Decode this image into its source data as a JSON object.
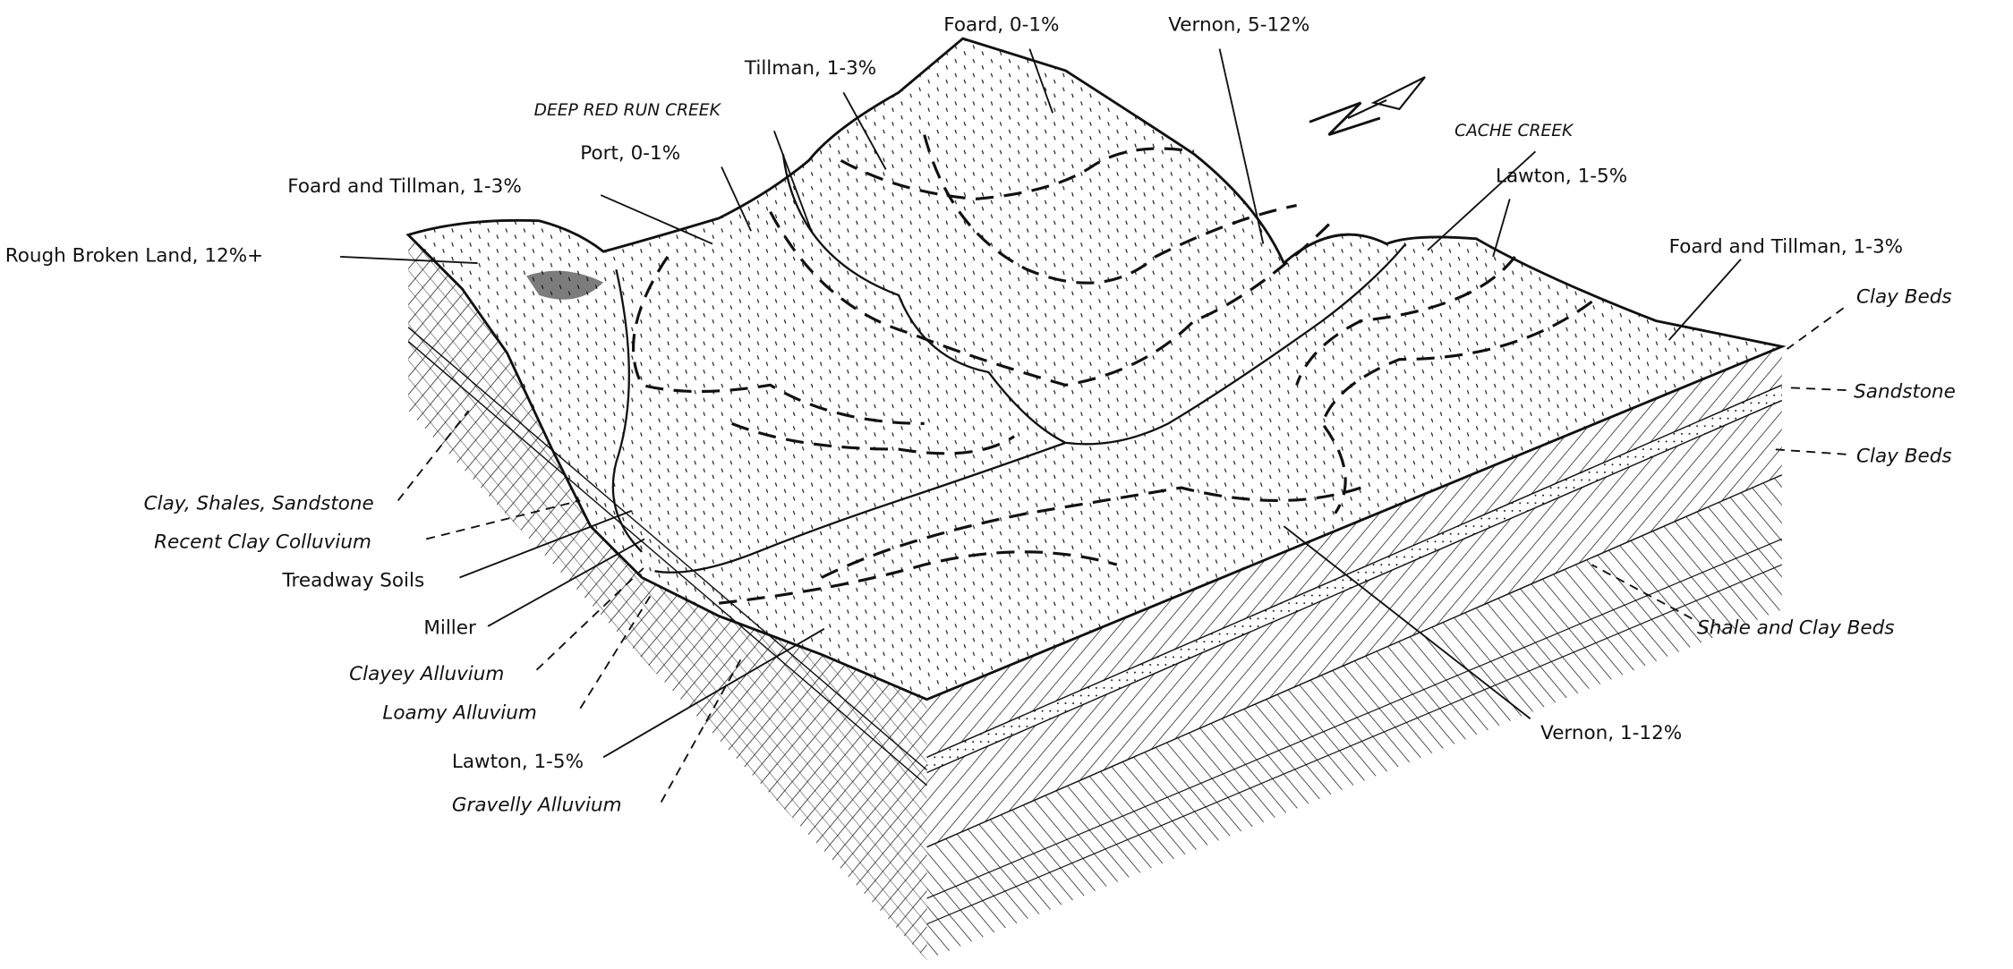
{
  "diagram": {
    "surface_labels": {
      "foard_0_1": "Foard, 0-1%",
      "vernon_5_12": "Vernon, 5-12%",
      "tillman_1_3": "Tillman, 1-3%",
      "deep_red_run_creek": "DEEP RED RUN CREEK",
      "port_0_1": "Port, 0-1%",
      "foard_tillman_left": "Foard and Tillman, 1-3%",
      "rough_broken_land": "Rough Broken Land, 12%+",
      "cache_creek": "CACHE CREEK",
      "lawton_top": "Lawton, 1-5%",
      "foard_tillman_right": "Foard and Tillman, 1-3%",
      "vernon_1_12": "Vernon, 1-12%",
      "treadway_soils": "Treadway Soils",
      "miller": "Miller",
      "lawton_bottom": "Lawton, 1-5%"
    },
    "geology_labels": {
      "clay_beds_upper": "Clay Beds",
      "sandstone": "Sandstone",
      "clay_beds_lower": "Clay Beds",
      "shale_and_clay_beds": "Shale and Clay Beds",
      "clay_shales_sandstone": "Clay, Shales, Sandstone",
      "recent_clay_colluvium": "Recent Clay Colluvium",
      "clayey_alluvium": "Clayey Alluvium",
      "loamy_alluvium": "Loamy Alluvium",
      "gravelly_alluvium": "Gravelly Alluvium"
    },
    "north_arrow_icon": "north-arrow"
  }
}
